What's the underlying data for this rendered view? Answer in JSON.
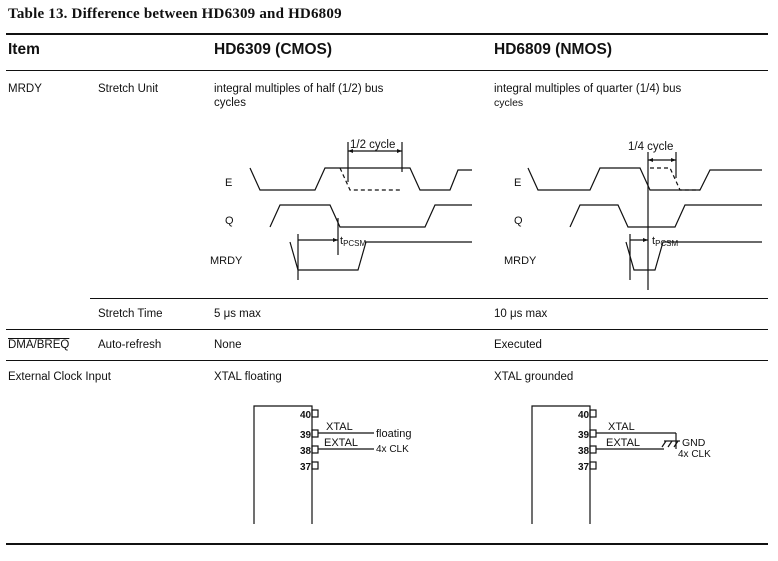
{
  "title": "Table 13.   Difference between HD6309 and HD6809",
  "headers": {
    "item": "Item",
    "col1": "HD6309 (CMOS)",
    "col2": "HD6809 (NMOS)"
  },
  "rows": {
    "mrdy": {
      "item": "MRDY",
      "sub_unit": "Stretch Unit",
      "c1_line1": "integral multiples of half (1/2) bus",
      "c1_line2": "cycles",
      "c2_line1": "integral multiples of quarter (1/4) bus",
      "c2_line2": "cycles",
      "sub_time": "Stretch Time",
      "c1_time": "5 μs max",
      "c2_time": "10 μs max"
    },
    "dma": {
      "item": "DMA/BREQ",
      "sub": "Auto-refresh",
      "c1": "None",
      "c2": "Executed"
    },
    "clock": {
      "item": "External Clock Input",
      "c1": "XTAL floating",
      "c2": "XTAL grounded"
    }
  },
  "timing1": {
    "cycle": "1/2 cycle",
    "sig_e": "E",
    "sig_q": "Q",
    "sig_mrdy": "MRDY",
    "t_main": "t",
    "t_sub": "PCSM"
  },
  "timing2": {
    "cycle": "1/4 cycle",
    "sig_e": "E",
    "sig_q": "Q",
    "sig_mrdy": "MRDY",
    "t_main": "t",
    "t_sub": "PCSM"
  },
  "pins1": {
    "p40": "40",
    "p39": "39",
    "p38": "38",
    "p37": "37",
    "xtal": "XTAL",
    "extal": "EXTAL",
    "note1": "floating",
    "note2": "4x CLK"
  },
  "pins2": {
    "p40": "40",
    "p39": "39",
    "p38": "38",
    "p37": "37",
    "xtal": "XTAL",
    "extal": "EXTAL",
    "note1": "GND",
    "note2": "4x CLK"
  }
}
